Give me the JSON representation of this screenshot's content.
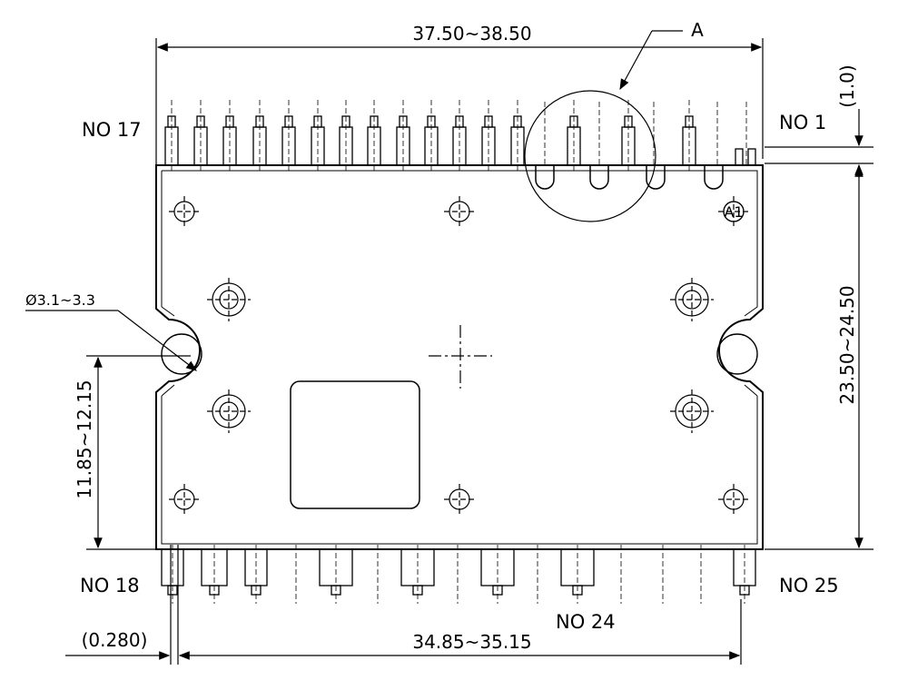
{
  "dimensions": {
    "top_width": "37.50~38.50",
    "bottom_pitch": "34.85~35.15",
    "height": "23.50~24.50",
    "left_height": "11.85~12.15",
    "hole": "Ø3.1~3.3",
    "lead_offset": "(0.280)",
    "lead_gap": "(1.0)"
  },
  "pins": {
    "top_left": "NO 17",
    "top_right": "NO 1",
    "bottom_left": "NO 18",
    "bottom_right": "NO 25",
    "bottom_mid": "NO 24"
  },
  "callouts": {
    "detail": "A",
    "marker": "A1"
  }
}
